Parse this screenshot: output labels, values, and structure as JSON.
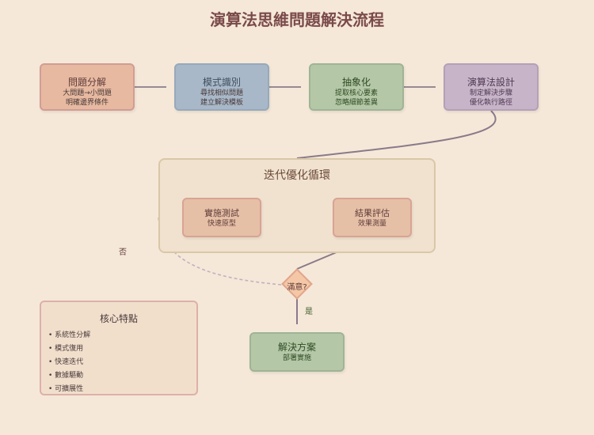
{
  "title": "演算法思維問題解決流程",
  "steps": [
    {
      "title": "問題分解",
      "lines": [
        "大問題→小問題",
        "明確邊界條件"
      ]
    },
    {
      "title": "模式識別",
      "lines": [
        "尋找相似問題",
        "建立解決模板"
      ]
    },
    {
      "title": "抽象化",
      "lines": [
        "提取核心要素",
        "忽略細節差異"
      ]
    },
    {
      "title": "演算法設計",
      "lines": [
        "制定解決步驟",
        "優化執行路徑"
      ]
    }
  ],
  "loop": {
    "title": "迭代優化循環",
    "test": {
      "title": "實施測試",
      "sub": "快速原型"
    },
    "eval": {
      "title": "結果評估",
      "sub": "效果測量"
    }
  },
  "decision": {
    "label": "滿意?",
    "yes": "是",
    "no": "否"
  },
  "solution": {
    "title": "解決方案",
    "sub": "部署實施"
  },
  "features": {
    "title": "核心特點",
    "items": [
      "系統性分解",
      "模式復用",
      "快速迭代",
      "數據驅動",
      "可擴展性"
    ]
  },
  "colors": {
    "background": "#f5e8d8",
    "connector": "#8a7a8a",
    "dashed": "#c4b0c0"
  }
}
